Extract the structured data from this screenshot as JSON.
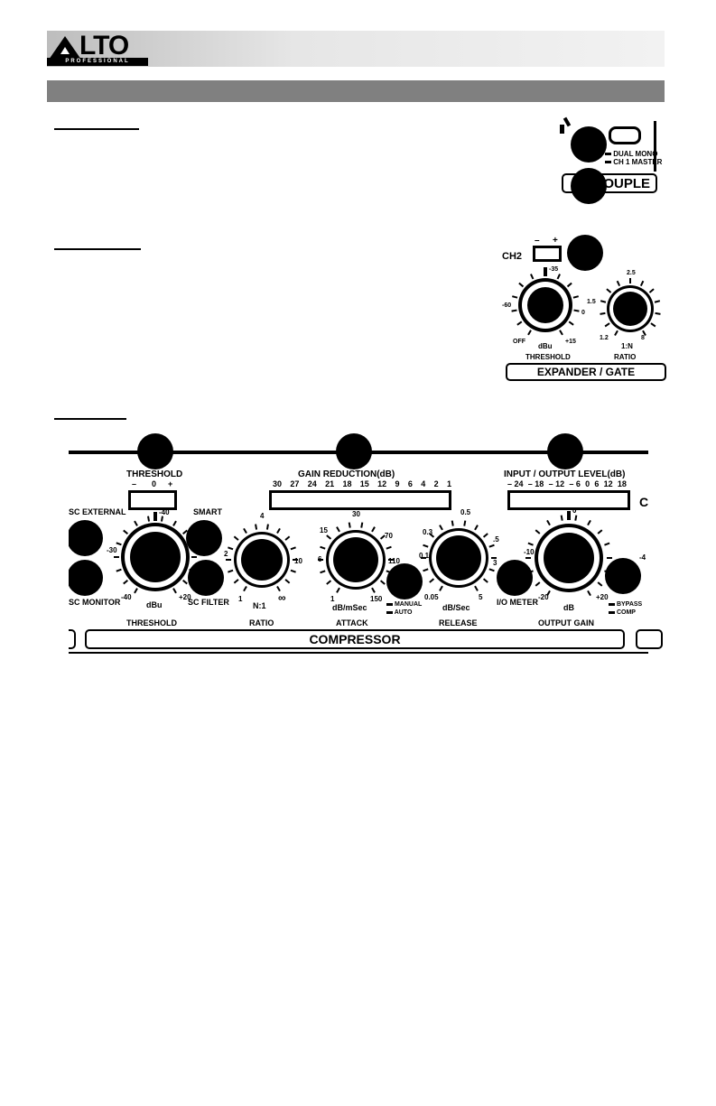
{
  "header": {
    "brand": "LTO",
    "brand_sub": "PROFESSIONAL",
    "band_color": "#e6e6e6",
    "section_bar_color": "#808080"
  },
  "couple": {
    "dual_mono": "DUAL MONO",
    "ch1_master": "CH 1 MASTER",
    "label": "COUPLE"
  },
  "expander": {
    "ch_label": "CH2",
    "minus": "–",
    "plus": "+",
    "threshold_ticks": [
      "-35",
      "-60",
      "0",
      "OFF",
      "+15"
    ],
    "threshold_unit": "dBu",
    "threshold_label": "THRESHOLD",
    "ratio_ticks": [
      "2.5",
      "1.5",
      "1.2",
      "8"
    ],
    "ratio_unit": "1:N",
    "ratio_label": "RATIO",
    "section_label": "EXPANDER / GATE"
  },
  "compressor": {
    "threshold_meter_label": "THRESHOLD",
    "threshold_meter_ticks": [
      "–",
      "0",
      "+"
    ],
    "gain_reduction_label": "GAIN REDUCTION(dB)",
    "gain_reduction_ticks": [
      "30",
      "27",
      "24",
      "21",
      "18",
      "15",
      "12",
      "9",
      "6",
      "4",
      "2",
      "1"
    ],
    "io_level_label": "INPUT / OUTPUT LEVEL(dB)",
    "io_level_ticks": [
      "– 24",
      "– 18",
      "– 12",
      "– 6",
      "0",
      "6",
      "12",
      "18"
    ],
    "c_label": "C",
    "sc_external": "SC EXTERNAL",
    "sc_monitor": "SC MONITOR",
    "smart": "SMART",
    "sc_filter": "SC FILTER",
    "threshold_knob": {
      "ticks": [
        "-40",
        "-30",
        "-40",
        "+20"
      ],
      "unit": "dBu",
      "label": "THRESHOLD"
    },
    "ratio_knob": {
      "ticks": [
        "4",
        "2",
        "10",
        "1",
        "∞"
      ],
      "unit": "N:1",
      "label": "RATIO"
    },
    "attack_knob": {
      "ticks": [
        "30",
        "15",
        "70",
        "6",
        "110",
        "1",
        "150"
      ],
      "unit": "dB/mSec",
      "label": "ATTACK"
    },
    "manual": "MANUAL",
    "auto": "AUTO",
    "release_knob": {
      "ticks": [
        "0.5",
        "0.3",
        ".5",
        "0.1",
        "3",
        "0.05",
        "5"
      ],
      "unit": "dB/Sec",
      "label": "RELEASE"
    },
    "io_meter": "I/O METER",
    "output_gain_knob": {
      "ticks": [
        "0",
        "-10",
        "-20",
        "+20"
      ],
      "unit": "dB",
      "label": "OUTPUT GAIN"
    },
    "bypass": "BYPASS",
    "comp": "COMP",
    "right_tick": "-4",
    "section_label": "COMPRESSOR"
  }
}
